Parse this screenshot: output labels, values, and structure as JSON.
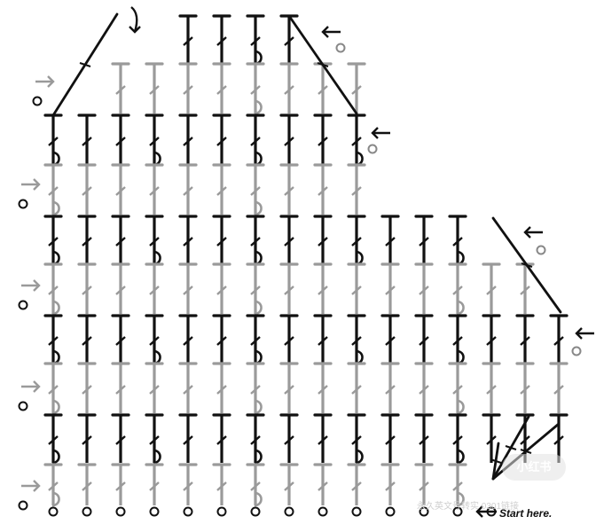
{
  "diagram": {
    "start_label": "Start here.",
    "watermark_text": "永久英文号转实 0301链接",
    "logo_text": "小红书",
    "symbols": [
      "chain-stitch",
      "double-crochet",
      "double-crochet-front-post",
      "double-crochet-back-post",
      "turning-chain",
      "row-direction-arrow"
    ],
    "colors": {
      "dark": "#111111",
      "light": "#9a9a9a",
      "circle": "#888888"
    }
  }
}
